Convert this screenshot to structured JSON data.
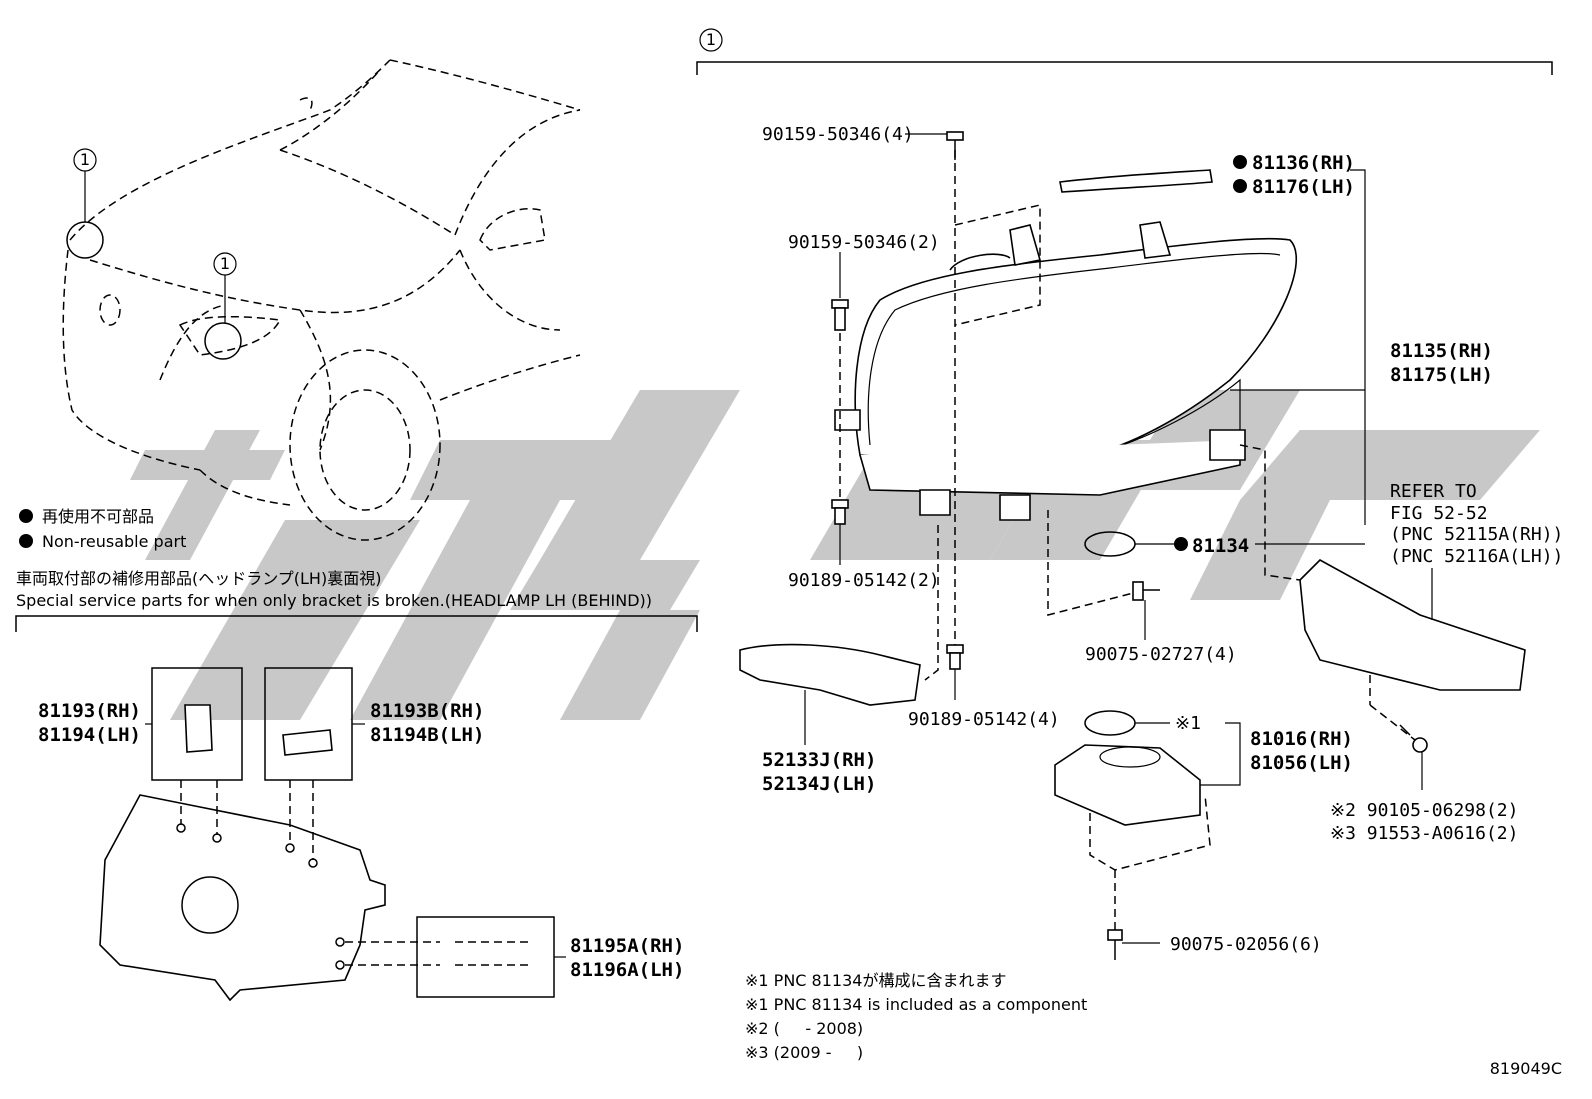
{
  "diagram": {
    "code": "819049C",
    "callout": "1",
    "parts": {
      "p90159_4": "90159-50346(4)",
      "p90159_2": "90159-50346(2)",
      "p81136": "81136(RH)",
      "p81176": "81176(LH)",
      "p81135": "81135(RH)",
      "p81175": "81175(LH)",
      "refer1": "REFER TO",
      "refer2": "FIG 52-52",
      "refer3": "(PNC 52115A(RH))",
      "refer4": "(PNC 52116A(LH))",
      "p81134": "81134",
      "p90189_2": "90189-05142(2)",
      "p90075_4": "90075-02727(4)",
      "p90189_4": "90189-05142(4)",
      "p52133": "52133J(RH)",
      "p52134": "52134J(LH)",
      "note1mark": "※1",
      "p81016": "81016(RH)",
      "p81056": "81056(LH)",
      "p90105": "※2 90105-06298(2)",
      "p91553": "※3 91553-A0616(2)",
      "p90075_6": "90075-02056(6)",
      "p81193": "81193(RH)",
      "p81194": "81194(LH)",
      "p81193b": "81193B(RH)",
      "p81194b": "81194B(LH)",
      "p81195a": "81195A(RH)",
      "p81196a": "81196A(LH)"
    },
    "legend": {
      "jp": "再使用不可部品",
      "en": "Non-reusable part"
    },
    "service": {
      "jp": "車両取付部の補修用部品(ヘッドランプ(LH)裏面視)",
      "en": "Special service parts for when only bracket is broken.(HEADLAMP LH (BEHIND))"
    },
    "notes": [
      "※1 PNC 81134が構成に含まれます",
      "※1 PNC 81134 is included as a component",
      "※2 (     - 2008)",
      "※3 (2009 -     )"
    ]
  }
}
